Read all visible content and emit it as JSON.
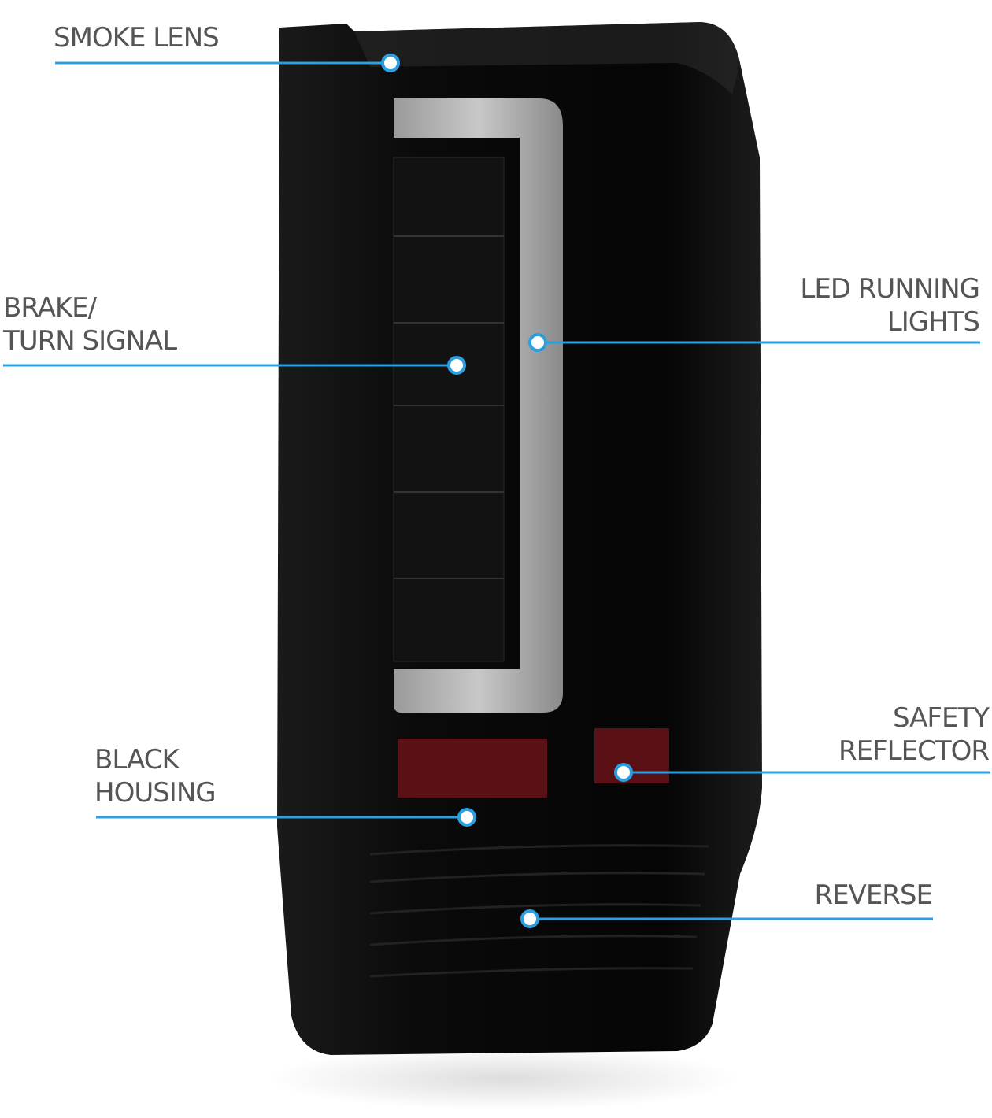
{
  "title": "Tail light feature diagram",
  "accent_color": "#2b9fe0",
  "callouts": {
    "smoke_lens": {
      "line1": "SMOKE LENS"
    },
    "brake_turn": {
      "line1": "BRAKE/",
      "line2": "TURN SIGNAL"
    },
    "led_running": {
      "line1": "LED RUNNING",
      "line2": "LIGHTS"
    },
    "safety_reflector": {
      "line1": "SAFETY",
      "line2": "REFLECTOR"
    },
    "black_housing": {
      "line1": "BLACK",
      "line2": "HOUSING"
    },
    "reverse": {
      "line1": "REVERSE"
    }
  }
}
